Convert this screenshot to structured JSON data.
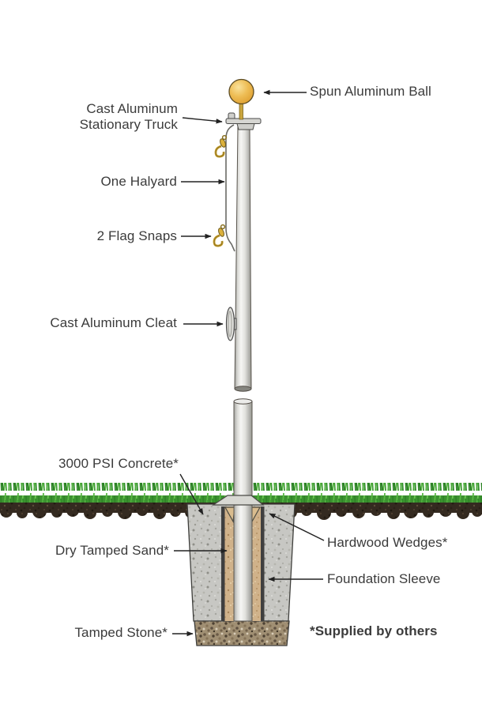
{
  "figure": {
    "title": "Flagpole installation cutaway diagram",
    "footnote_marker": "*"
  },
  "labels": {
    "spun_ball": "Spun Aluminum Ball",
    "truck_line1": "Cast Aluminum",
    "truck_line2": "Stationary Truck",
    "halyard": "One Halyard",
    "flag_snaps": "2 Flag Snaps",
    "cleat": "Cast Aluminum Cleat",
    "concrete": "3000 PSI Concrete*",
    "sand": "Dry Tamped Sand*",
    "wedges": "Hardwood Wedges*",
    "sleeve": "Foundation Sleeve",
    "stone": "Tamped Stone*",
    "supplied_by_others": "*Supplied by others"
  },
  "colors": {
    "text": "#3b3b3b",
    "arrow": "#222222",
    "ball_gold": "#eaba50",
    "pole_silver": "#e0e0dc",
    "grass_green": "#3c9130",
    "soil_brown": "#342a20",
    "concrete_gray": "#c7c7c3",
    "sand_tan": "#d0b28a",
    "stone_brown": "#a08f73",
    "sleeve_dark": "#3f3f3f"
  }
}
